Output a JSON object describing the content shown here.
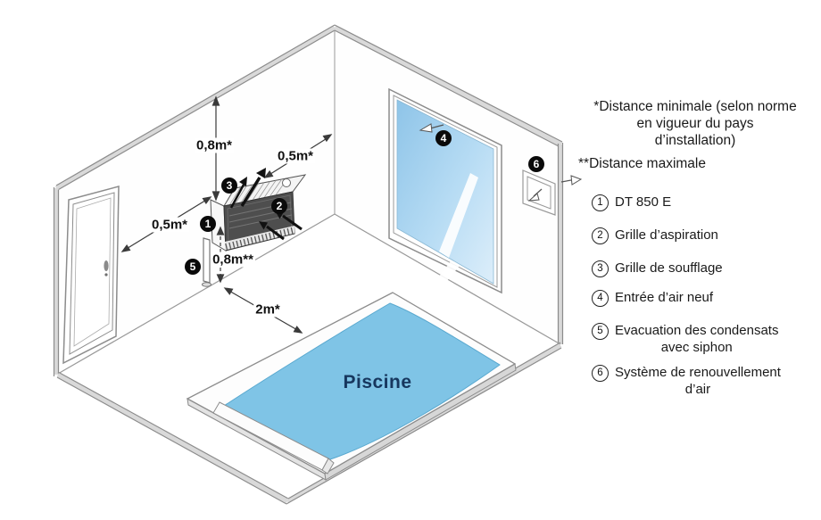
{
  "colors": {
    "water": "#7fc4e6",
    "pool_text": "#17375e",
    "device_front": "#4e4e4e",
    "line_gray": "#8c8c8c"
  },
  "diagram": {
    "pool_label": "Piscine",
    "dims": {
      "ceiling": "0,8m*",
      "corner": "0,5m*",
      "door": "0,5m*",
      "drain": "0,8m**",
      "pool": "2m*"
    },
    "callouts": {
      "c1": "1",
      "c2": "2",
      "c3": "3",
      "c4": "4",
      "c5": "5",
      "c6": "6"
    }
  },
  "legend": {
    "note_min": "*Distance minimale (selon norme\nen vigueur du pays\nd’installation)",
    "note_max": "**Distance maximale",
    "items": [
      {
        "num": "1",
        "label": "DT 850 E"
      },
      {
        "num": "2",
        "label": "Grille d’aspiration"
      },
      {
        "num": "3",
        "label": "Grille de soufflage"
      },
      {
        "num": "4",
        "label": "Entrée d’air neuf"
      },
      {
        "num": "5",
        "label": "Evacuation des condensats\navec siphon"
      },
      {
        "num": "6",
        "label": "Système de renouvellement\nd’air"
      }
    ]
  }
}
